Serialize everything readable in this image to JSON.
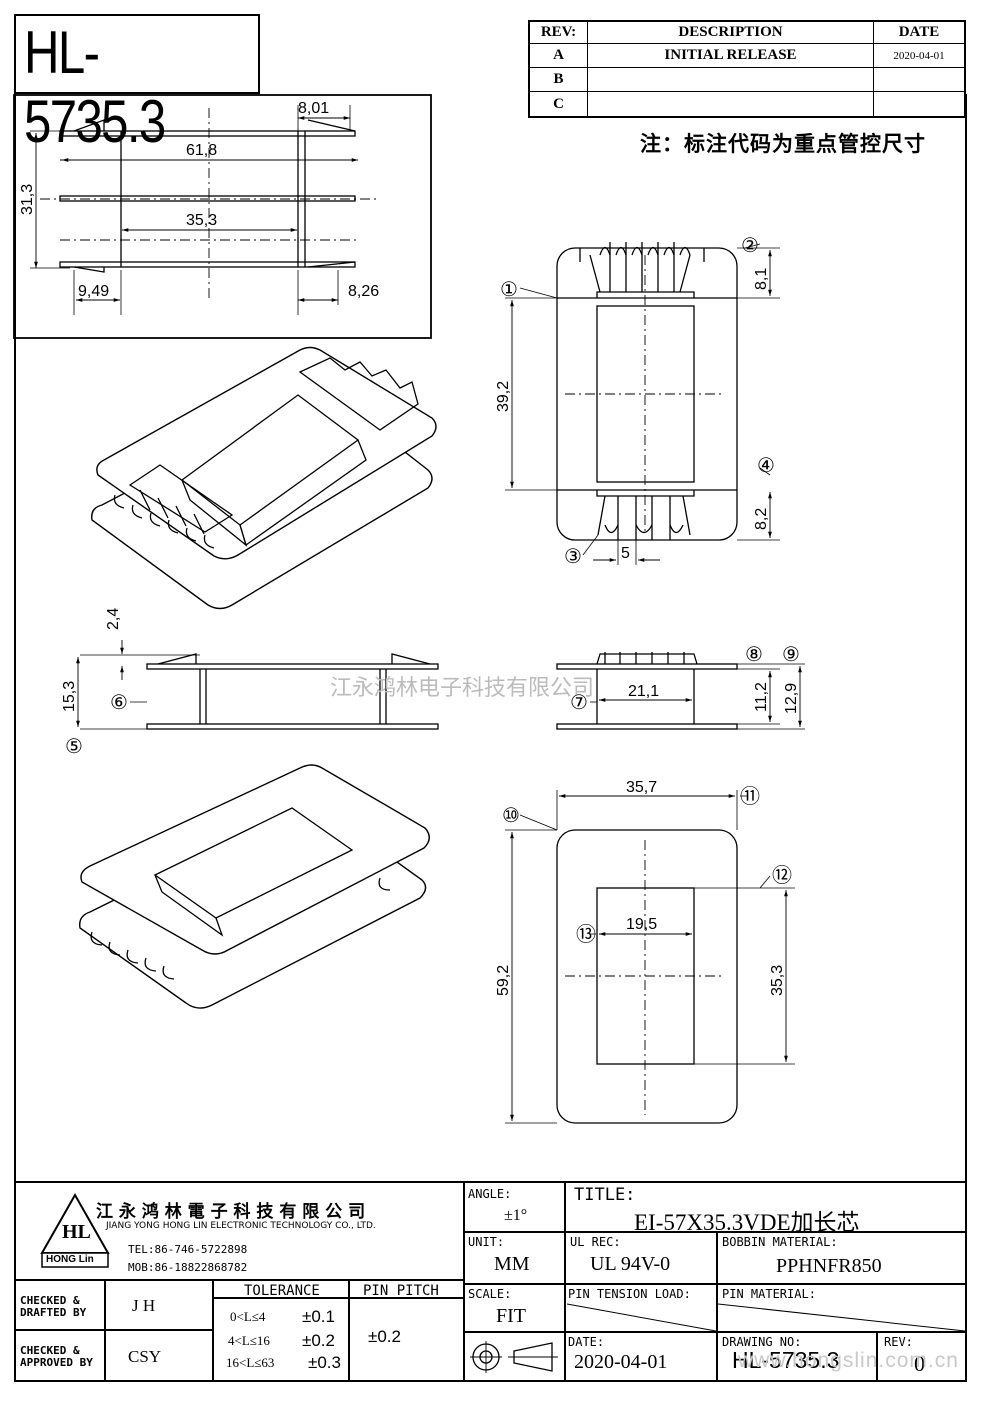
{
  "header": {
    "part_number": "HL-5735.3",
    "note": "注：标注代码为重点管控尺寸"
  },
  "revision_table": {
    "headers": {
      "rev": "REV:",
      "description": "DESCRIPTION",
      "date": "DATE"
    },
    "rows": [
      {
        "rev": "A",
        "description": "INITIAL  RELEASE",
        "date": "2020-04-01"
      },
      {
        "rev": "B",
        "description": "",
        "date": ""
      },
      {
        "rev": "C",
        "description": "",
        "date": ""
      }
    ]
  },
  "dimensions": {
    "d_8_01": "8,01",
    "d_61_8": "61,8",
    "d_31_3": "31,3",
    "d_35_3_top": "35,3",
    "d_9_49": "9,49",
    "d_8_26": "8,26",
    "d_8_1": "8,1",
    "d_39_2": "39,2",
    "d_8_2": "8,2",
    "d_5": "5",
    "d_2_4": "2,4",
    "d_15_3": "15,3",
    "d_21_1": "21,1",
    "d_11_2": "11,2",
    "d_12_9": "12,9",
    "d_35_7": "35,7",
    "d_59_2": "59,2",
    "d_19_5": "19,5",
    "d_35_3_bottom": "35,3"
  },
  "callouts": {
    "c1": "①",
    "c2": "②",
    "c3": "③",
    "c4": "④",
    "c5": "⑤",
    "c6": "⑥",
    "c7": "⑦",
    "c8": "⑧",
    "c9": "⑨",
    "c10": "⑩",
    "c11": "⑪",
    "c12": "⑫",
    "c13": "⑬"
  },
  "watermark": "江永鸿林电子科技有限公司",
  "title_block": {
    "company_cn": "江 永 鸿 林 電 子 科 技 有 限 公 司",
    "company_en": "JIANG YONG HONG LIN ELECTRONIC TECHNOLOGY CO., LTD.",
    "logo_text": "HL",
    "logo_sub": "HONG Lin",
    "tel": "TEL:86-746-5722898",
    "mob": "MOB:86-18822868782",
    "checked_drafted_label": "CHECKED &\nDRAFTED BY",
    "checked_drafted_value": "J H",
    "checked_approved_label": "CHECKED &\nAPPROVED BY",
    "checked_approved_value": "CSY",
    "tolerance_label": "TOLERANCE",
    "tolerance_rows": [
      {
        "range": "0<L≤4",
        "value": "±0.1"
      },
      {
        "range": "4<L≤16",
        "value": "±0.2"
      },
      {
        "range": "16<L≤63",
        "value": "±0.3"
      }
    ],
    "pin_pitch_label": "PIN PITCH",
    "pin_pitch_value": "±0.2",
    "angle_label": "ANGLE:",
    "angle_value": "±1°",
    "unit_label": "UNIT:",
    "unit_value": "MM",
    "scale_label": "SCALE:",
    "scale_value": "FIT",
    "title_label": "TITLE:",
    "title_value": "EI-57X35.3VDE加长芯",
    "ul_rec_label": "UL REC:",
    "ul_rec_value": "UL 94V-0",
    "bobbin_material_label": "BOBBIN MATERIAL:",
    "bobbin_material_value": "PPHNFR850",
    "pin_tension_label": "PIN TENSION LOAD:",
    "pin_material_label": "PIN MATERIAL:",
    "date_label": "DATE:",
    "date_value": "2020-04-01",
    "drawing_no_label": "DRAWING NO:",
    "drawing_no_value": "HL-5735.3",
    "rev_label": "REV:",
    "rev_value": "0",
    "url_watermark": "www.hongslin.com.cn"
  }
}
